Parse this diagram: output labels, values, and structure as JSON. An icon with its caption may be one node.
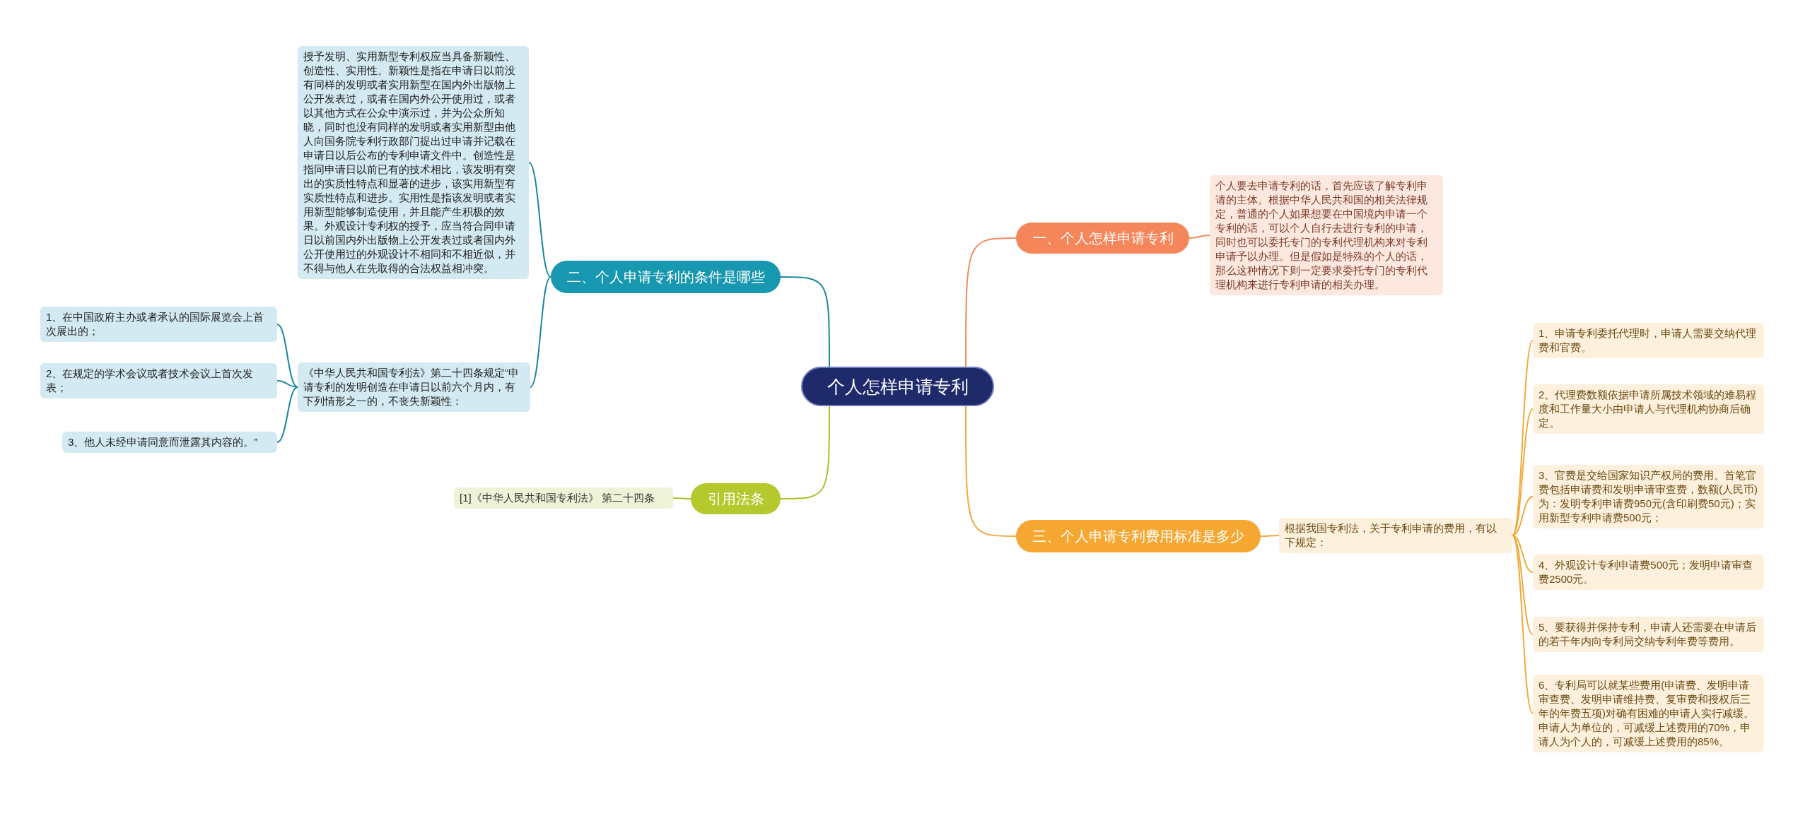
{
  "diagram": {
    "nodes": [
      {
        "text": [
          "个人怎样申请专利"
        ]
      },
      {
        "text": [
          "一、个人怎样申请专利"
        ]
      },
      {
        "text": [
          "个人要去申请专利的话，首先应该了解专利申请的主体。根据中华人民共和国的相关法律规定，普通的个人如果想要在中国境内申请一个专利的话，可以个人自行去进行专利的申请，同时也可以委托专门的专利代理机构来对专利申请予以办理。但是假如是特殊的个人的话，那么这种情况下则一定要求委托专门的专利代理机构来进行专利申请的相关办理。"
        ]
      },
      {
        "text": [
          "二、个人申请专利的条件是哪些"
        ]
      },
      {
        "text": [
          "授予发明、实用新型专利权应当具备新颖性、创造性、实用性。新颖性是指在申请日以前没有同样的发明或者实用新型在国内外出版物上公开发表过，或者在国内外公开使用过，或者以其他方式在公众中演示过，并为公众所知晓，同时也没有同样的发明或者实用新型由他人向国务院专利行政部门提出过申请并记载在申请日以后公布的专利申请文件中。创造性是指同申请日以前已有的技术相比，该发明有突出的实质性特点和显著的进步，该实用新型有实质性特点和进步。实用性是指该发明或者实用新型能够制造使用，并且能产生积极的效果。外观设计专利权的授予，应当符合同申请日以前国内外出版物上公开发表过或者国内外公开使用过的外观设计不相同和不相近似，并不得与他人在先取得的合法权益相冲突。"
        ]
      },
      {
        "text": [
          "《中华人民共和国专利法》第二十四条规定“申请专利的发明创造在申请日以前六个月内，有下列情形之一的，不丧失新颖性："
        ]
      },
      {
        "text": [
          "1、在中国政府主办或者承认的国际展览会上首次展出的；"
        ]
      },
      {
        "text": [
          "2、在规定的学术会议或者技术会议上首次发表；"
        ]
      },
      {
        "text": [
          "3、他人未经申请同意而泄露其内容的。”"
        ]
      },
      {
        "text": [
          "引用法条"
        ]
      },
      {
        "text": [
          "[1]《中华人民共和国专利法》 第二十四条"
        ]
      },
      {
        "text": [
          "三、个人申请专利费用标准是多少"
        ]
      },
      {
        "text": [
          "根据我国专利法，关于专利申请的费用，有以下规定："
        ]
      },
      {
        "text": [
          "1、申请专利委托代理时，申请人需要交纳代理费和官费。"
        ]
      },
      {
        "text": [
          "2、代理费数额依据申请所属技术领域的难易程度和工作量大小由申请人与代理机构协商后确定。"
        ]
      },
      {
        "text": [
          "3、官费是交给国家知识产权局的费用。首笔官费包括申请费和发明申请审查费，数额(人民币)为：发明专利申请费950元(含印刷费50元)；实用新型专利申请费500元；"
        ]
      },
      {
        "text": [
          "4、外观设计专利申请费500元；发明申请审查费2500元。"
        ]
      },
      {
        "text": [
          "5、要获得并保持专利，申请人还需要在申请后的若干年内向专利局交纳专利年费等费用。"
        ]
      },
      {
        "text": [
          "6、专利局可以就某些费用(申请费、发明申请审查费、发明申请维持费、复审费和授权后三年的年费五项)对确有困难的申请人实行减缓。申请人为单位的，可减缓上述费用的70%，申请人为个人的，可减缓上述费用的85%。"
        ]
      }
    ],
    "edges": [
      {
        "from": 0,
        "to": 1,
        "arrow": "none",
        "color": "#f08a5d"
      },
      {
        "from": 1,
        "to": 2,
        "arrow": "none",
        "color": "#f08a5d"
      },
      {
        "from": 0,
        "to": 3,
        "arrow": "none",
        "color": "#17869e"
      },
      {
        "from": 3,
        "to": 4,
        "arrow": "none",
        "color": "#17869e"
      },
      {
        "from": 3,
        "to": 5,
        "arrow": "none",
        "color": "#17869e"
      },
      {
        "from": 5,
        "to": 6,
        "arrow": "none",
        "color": "#17869e"
      },
      {
        "from": 5,
        "to": 7,
        "arrow": "none",
        "color": "#17869e"
      },
      {
        "from": 5,
        "to": 8,
        "arrow": "none",
        "color": "#17869e"
      },
      {
        "from": 0,
        "to": 9,
        "arrow": "none",
        "color": "#a9c12c"
      },
      {
        "from": 9,
        "to": 10,
        "arrow": "none",
        "color": "#a9c12c"
      },
      {
        "from": 0,
        "to": 11,
        "arrow": "none",
        "color": "#f2a93b"
      },
      {
        "from": 11,
        "to": 12,
        "arrow": "none",
        "color": "#f2a93b"
      },
      {
        "from": 12,
        "to": 13,
        "arrow": "none",
        "color": "#f2a93b"
      },
      {
        "from": 12,
        "to": 14,
        "arrow": "none",
        "color": "#f2a93b"
      },
      {
        "from": 12,
        "to": 15,
        "arrow": "none",
        "color": "#f2a93b"
      },
      {
        "from": 12,
        "to": 16,
        "arrow": "none",
        "color": "#f2a93b"
      },
      {
        "from": 12,
        "to": 17,
        "arrow": "none",
        "color": "#f2a93b"
      },
      {
        "from": 12,
        "to": 18,
        "arrow": "none",
        "color": "#f2a93b"
      }
    ]
  }
}
